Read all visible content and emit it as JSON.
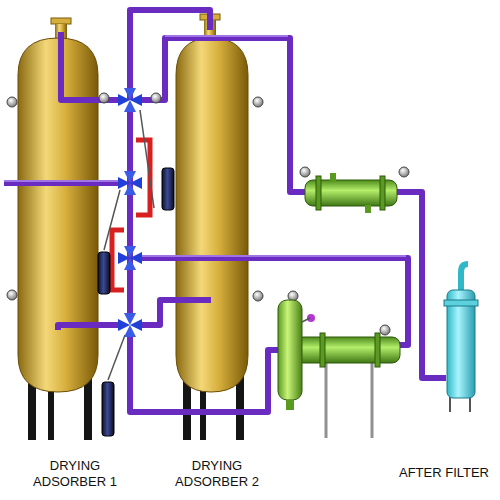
{
  "diagram": {
    "labels": [
      "DRYING ADSORBER 1",
      "DRYING ADSORBER 2",
      "AFTER FILTER"
    ]
  }
}
